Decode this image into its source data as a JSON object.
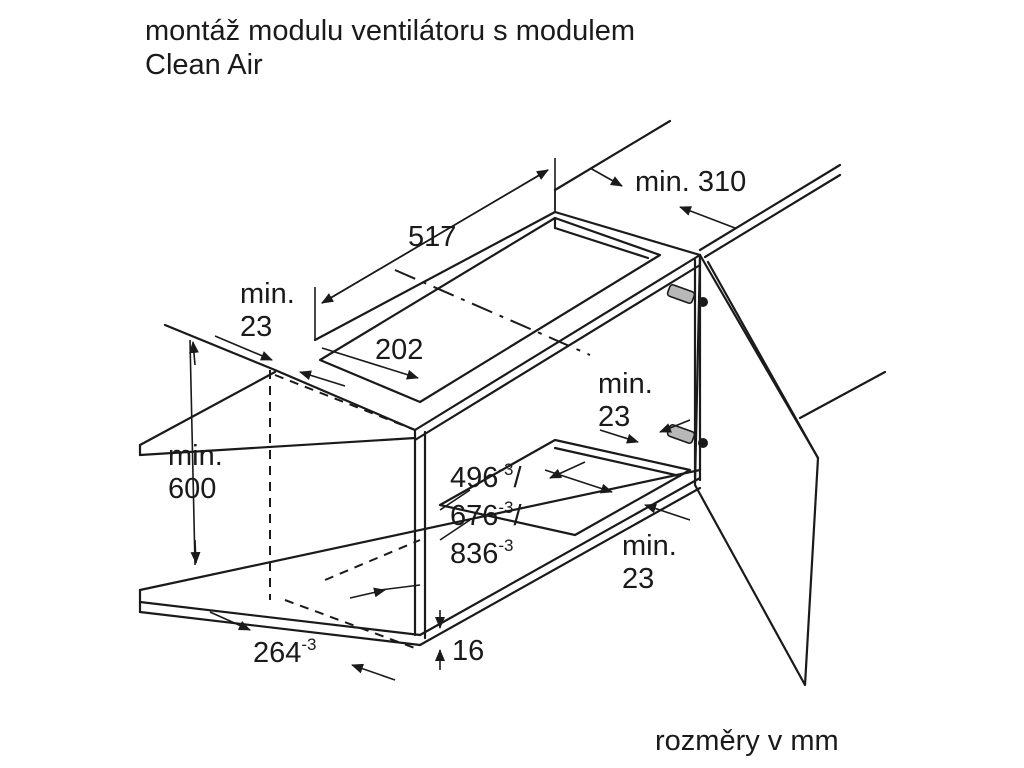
{
  "title": {
    "line1": "montáž modulu ventilátoru s modulem",
    "line2": "Clean Air"
  },
  "footer": {
    "units": "rozměry v mm"
  },
  "dimensions": {
    "min310": "min. 310",
    "d517": "517",
    "min23_left_a": "min.",
    "min23_left_b": "23",
    "d202": "202",
    "min23_right_a": "min.",
    "min23_right_b": "23",
    "min600_a": "min.",
    "min600_b": "600",
    "w496": "496",
    "w676": "676",
    "w836": "836",
    "tol": "-3",
    "slash": "/",
    "min23_bottom_a": "min.",
    "min23_bottom_b": "23",
    "d264": "264",
    "d16": "16"
  }
}
